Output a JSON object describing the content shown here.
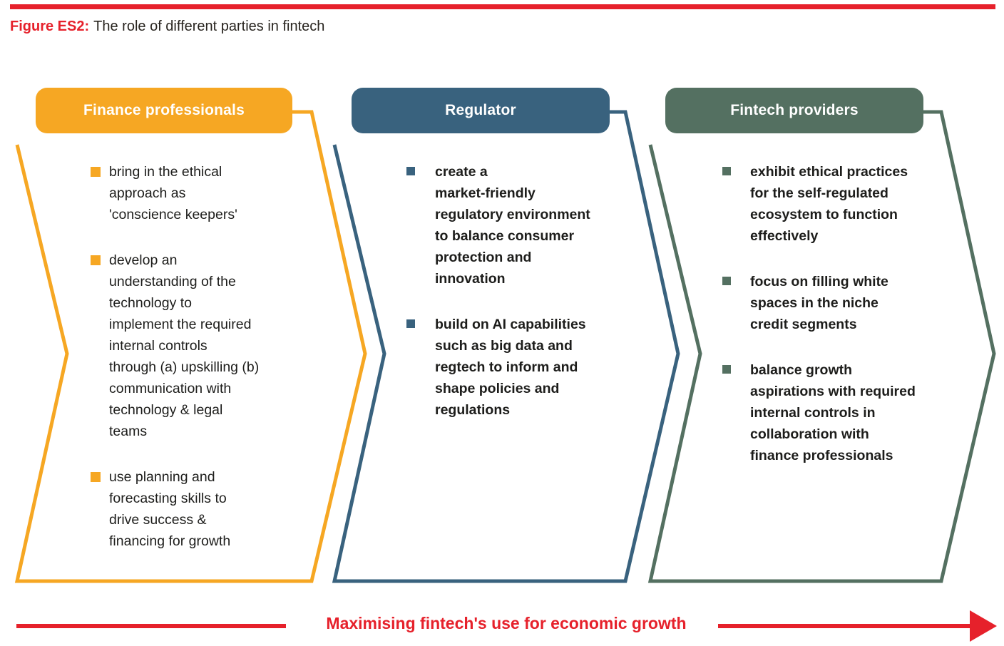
{
  "figure": {
    "label": "Figure ES2:",
    "caption": "The role of different parties in fintech"
  },
  "panels": [
    {
      "title": "Finance professionals",
      "color": "#F6A723",
      "bullet_icon": "square",
      "bullets": [
        "bring in the ethical\napproach as\n'conscience keepers'",
        "develop an\nunderstanding of the\ntechnology to\nimplement the required\ninternal controls\nthrough (a) upskilling (b)\ncommunication with\ntechnology & legal\nteams",
        "use planning and\nforecasting skills to\ndrive success &\nfinancing for growth"
      ]
    },
    {
      "title": "Regulator",
      "color": "#39627E",
      "bullet_icon": "square",
      "bullets": [
        "create a\nmarket-friendly\nregulatory environment\nto balance consumer\nprotection and\ninnovation",
        "build on AI capabilities\nsuch as big data and\nregtech to inform and\nshape policies and\nregulations"
      ]
    },
    {
      "title": "Fintech providers",
      "color": "#547061",
      "bullet_icon": "square",
      "bullets": [
        "exhibit ethical practices\nfor the self-regulated\necosystem to function\neffectively",
        "focus on filling white\nspaces in the niche\ncredit segments",
        "balance growth\naspirations with required\ninternal controls in\ncollaboration with\nfinance professionals"
      ]
    }
  ],
  "arrow": {
    "label": "Maximising fintech's use for economic growth",
    "color": "#E6212B"
  },
  "colors": {
    "accent_red": "#E6212B",
    "orange": "#F6A723",
    "blue": "#39627E",
    "green": "#547061",
    "body_text": "#1D1D1B"
  }
}
